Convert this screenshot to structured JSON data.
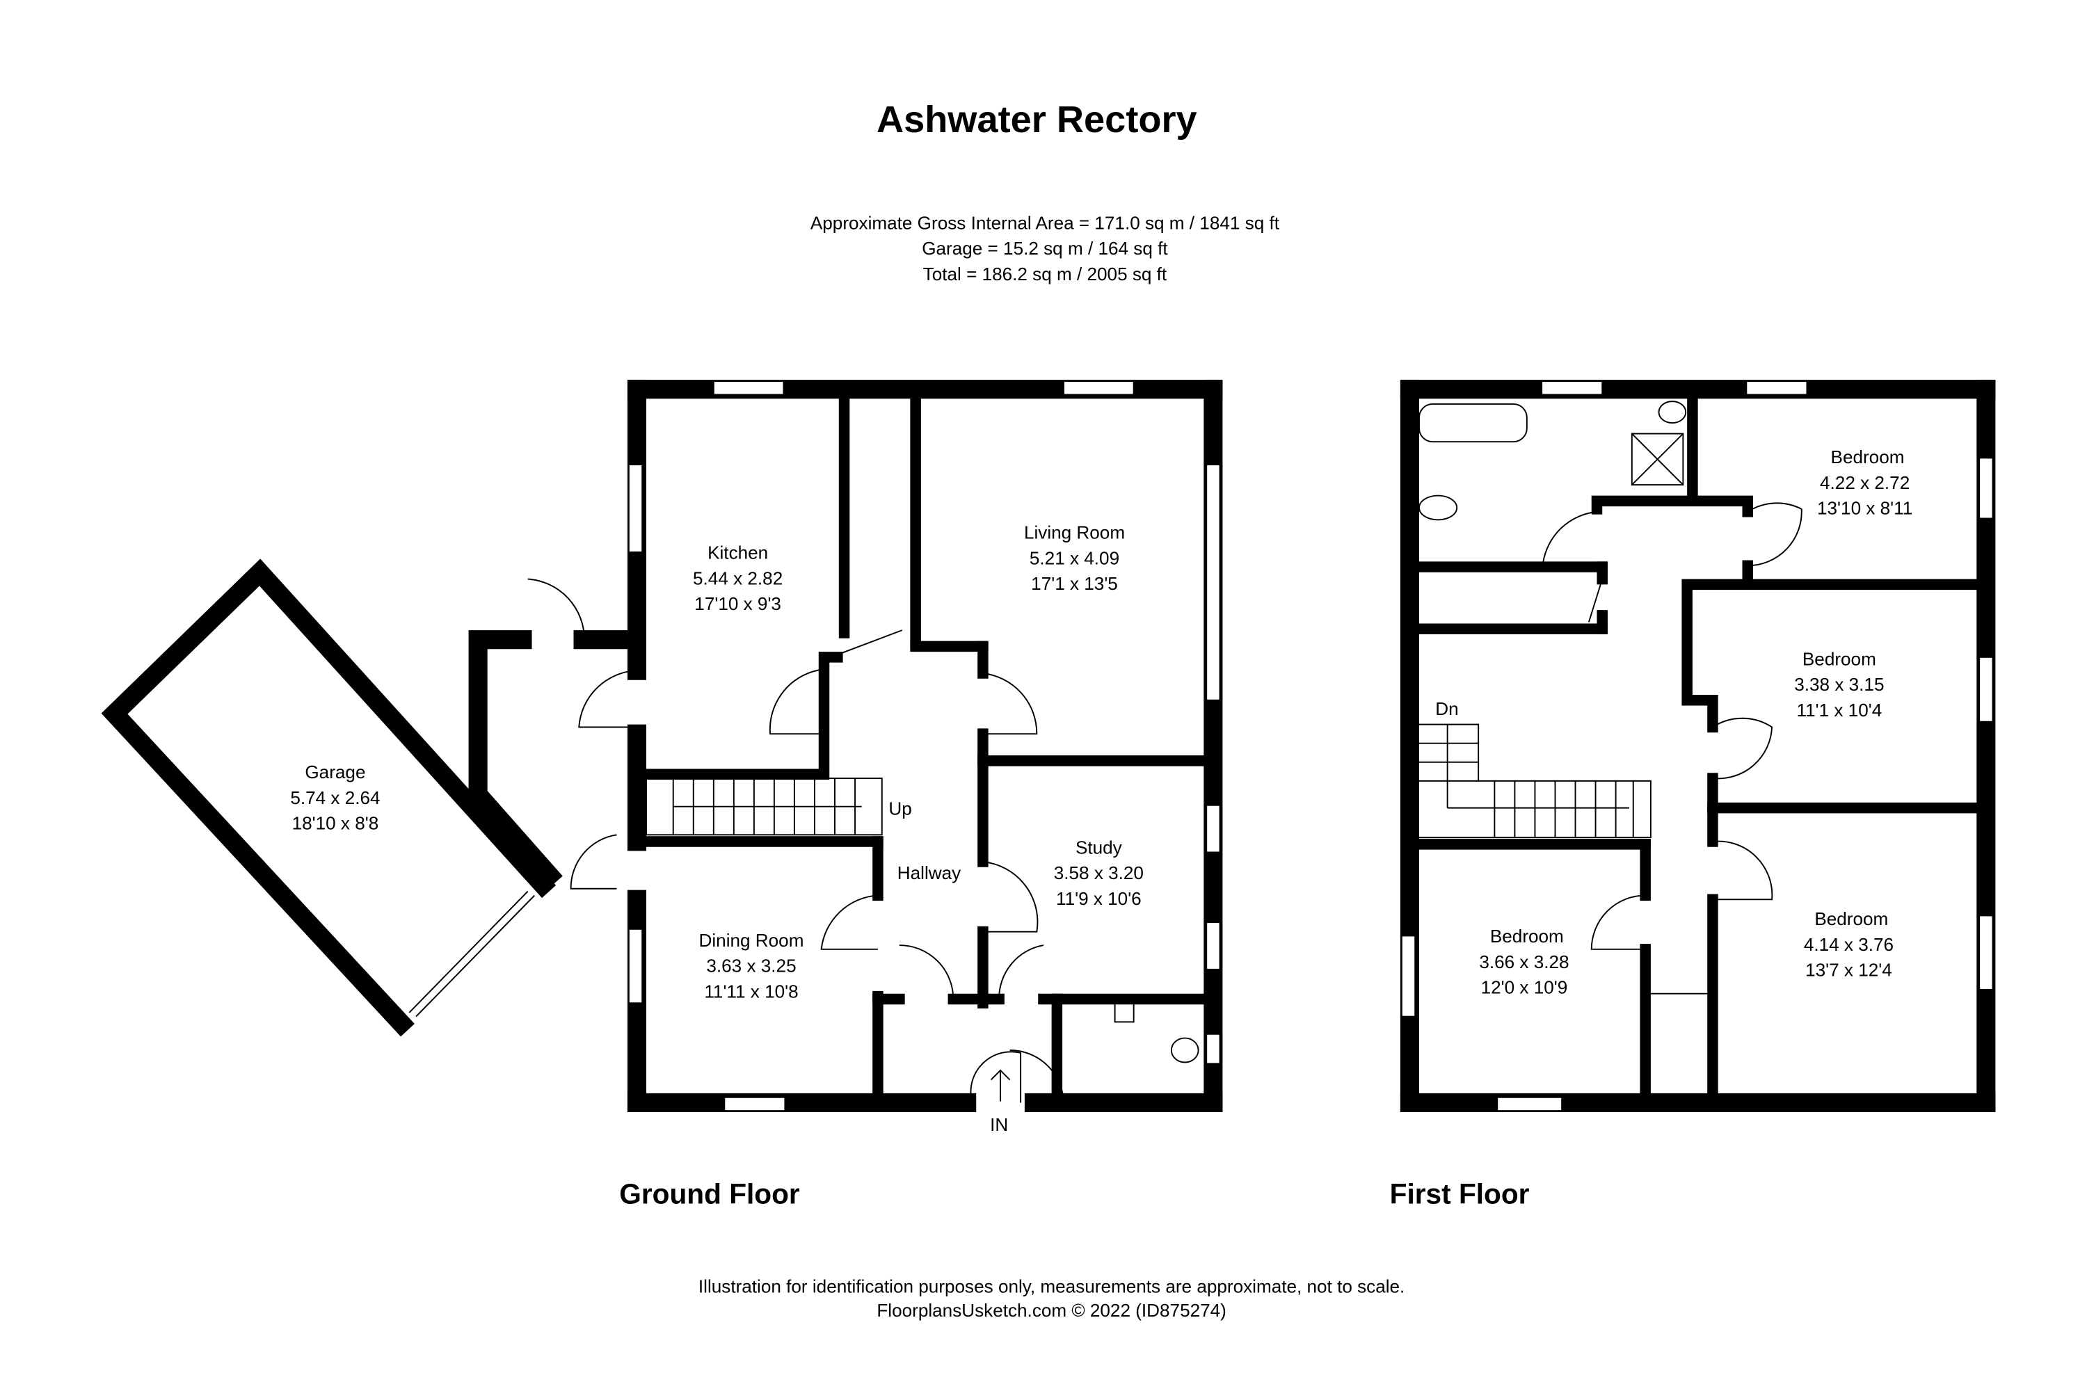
{
  "header": {
    "title": "Ashwater Rectory",
    "area_lines": [
      "Approximate Gross Internal Area = 171.0 sq m / 1841 sq ft",
      "Garage = 15.2 sq m / 164 sq ft",
      "Total = 186.2 sq m / 2005 sq ft"
    ]
  },
  "ground_floor": {
    "label": "Ground Floor",
    "rooms": [
      {
        "name": "Kitchen",
        "metric": "5.44 x 2.82",
        "imperial": "17'10 x 9'3"
      },
      {
        "name": "Living Room",
        "metric": "5.21 x 4.09",
        "imperial": "17'1 x 13'5"
      },
      {
        "name": "Garage",
        "metric": "5.74 x 2.64",
        "imperial": "18'10 x 8'8"
      },
      {
        "name": "Study",
        "metric": "3.58 x 3.20",
        "imperial": "11'9 x 10'6"
      },
      {
        "name": "Dining Room",
        "metric": "3.63 x 3.25",
        "imperial": "11'11 x 10'8"
      }
    ],
    "hallway": "Hallway",
    "stairs_label": "Up",
    "entrance_label": "IN"
  },
  "first_floor": {
    "label": "First Floor",
    "rooms": [
      {
        "name": "Bedroom",
        "metric": "4.22 x 2.72",
        "imperial": "13'10 x 8'11"
      },
      {
        "name": "Bedroom",
        "metric": "3.38 x 3.15",
        "imperial": "11'1 x 10'4"
      },
      {
        "name": "Bedroom",
        "metric": "3.66 x 3.28",
        "imperial": "12'0 x 10'9"
      },
      {
        "name": "Bedroom",
        "metric": "4.14 x 3.76",
        "imperial": "13'7 x 12'4"
      }
    ],
    "stairs_label": "Dn"
  },
  "footer": {
    "disclaimer": "Illustration for identification purposes only, measurements are approximate, not to scale.",
    "copyright": "FloorplansUsketch.com © 2022 (ID875274)"
  }
}
